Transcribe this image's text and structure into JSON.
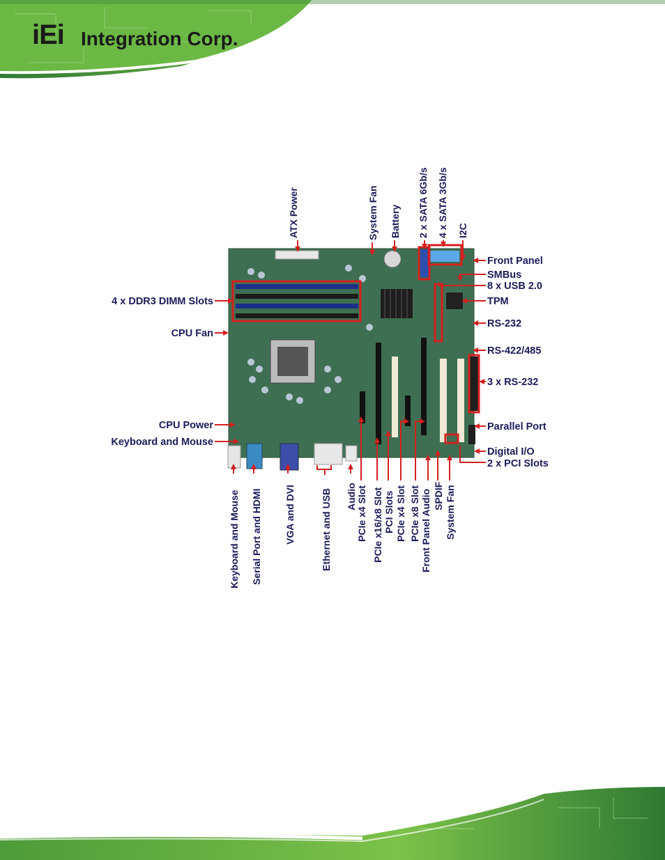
{
  "brand": {
    "logo_mark": "iEi",
    "logo_text": "Integration Corp."
  },
  "colors": {
    "label": "#1b1b5a",
    "callout": "#d42020",
    "board": "#3f6f52",
    "header_green": "#5caa3c"
  },
  "labels_top": {
    "atx_power": "ATX Power",
    "system_fan": "System Fan",
    "battery": "Battery",
    "sata6": "2 x SATA 6Gb/s",
    "sata3": "4 x SATA 3Gb/s",
    "i2c": "I2C"
  },
  "labels_left": {
    "dimm": "4 x DDR3 DIMM Slots",
    "cpu_fan": "CPU Fan",
    "cpu_power": "CPU Power",
    "kb_mouse": "Keyboard and Mouse"
  },
  "labels_right": {
    "front_panel": "Front Panel",
    "smbus": "SMBus",
    "usb": "8 x USB 2.0",
    "tpm": "TPM",
    "rs232": "RS-232",
    "rs422": "RS-422/485",
    "rs232x3": "3 x RS-232",
    "parallel": "Parallel Port",
    "dio": "Digital I/O",
    "pci2": "2 x PCI Slots"
  },
  "labels_bottom": {
    "kb_mouse": "Keyboard and Mouse",
    "serial_hdmi": "Serial Port and HDMI",
    "vga_dvi": "VGA and DVI",
    "eth_usb": "Ethernet and USB",
    "audio": "Audio",
    "pcie_x4_1": "PCIe x4 Slot",
    "pcie_x16": "PCIe x16/x8 Slot",
    "pci_slots": "PCI Slots",
    "pcie_x4_2": "PCIe x4 Slot",
    "pcie_x8": "PCIe x8 Slot",
    "fp_audio": "Front Panel Audio",
    "spdif": "SPDIF",
    "system_fan": "System Fan"
  }
}
